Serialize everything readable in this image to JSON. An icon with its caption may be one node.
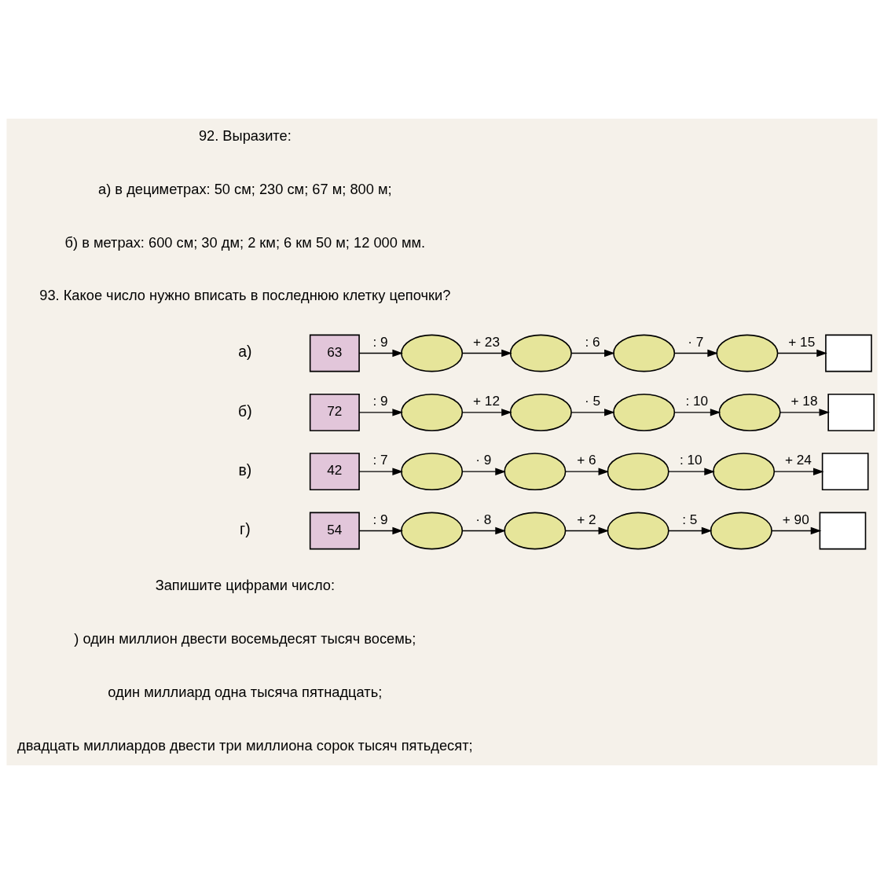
{
  "diagram": {
    "nodes": [
      {
        "text": [
          "63"
        ]
      },
      {
        "text": [],
        "shape": "circle"
      },
      {
        "text": [],
        "shape": "circle"
      },
      {
        "text": [],
        "shape": "circle"
      },
      {
        "text": [],
        "shape": "circle"
      },
      {
        "text": [],
        "shape": "box"
      },
      {
        "text": [
          "72"
        ]
      },
      {
        "text": [],
        "shape": "circle"
      },
      {
        "text": [],
        "shape": "circle"
      },
      {
        "text": [],
        "shape": "circle"
      },
      {
        "text": [],
        "shape": "circle"
      },
      {
        "text": [],
        "shape": "box"
      },
      {
        "text": [
          "42"
        ]
      },
      {
        "text": [],
        "shape": "circle"
      },
      {
        "text": [],
        "shape": "circle"
      },
      {
        "text": [],
        "shape": "circle"
      },
      {
        "text": [],
        "shape": "circle"
      },
      {
        "text": [],
        "shape": "box"
      },
      {
        "text": [
          "54"
        ]
      },
      {
        "text": [],
        "shape": "circle"
      },
      {
        "text": [],
        "shape": "circle"
      },
      {
        "text": [],
        "shape": "circle"
      },
      {
        "text": [],
        "shape": "circle"
      },
      {
        "text": [],
        "shape": "box"
      }
    ],
    "edges": [
      {
        "from": 0,
        "to": 1,
        "arrow": "to",
        "label": ": 9"
      },
      {
        "from": 1,
        "to": 2,
        "arrow": "to",
        "label": "+ 23"
      },
      {
        "from": 2,
        "to": 3,
        "arrow": "to",
        "label": ": 6"
      },
      {
        "from": 3,
        "to": 4,
        "arrow": "to",
        "label": "· 7"
      },
      {
        "from": 4,
        "to": 5,
        "arrow": "to",
        "label": "+ 15"
      },
      {
        "from": 6,
        "to": 7,
        "arrow": "to",
        "label": ": 9"
      },
      {
        "from": 7,
        "to": 8,
        "arrow": "to",
        "label": "+ 12"
      },
      {
        "from": 8,
        "to": 9,
        "arrow": "to",
        "label": "· 5"
      },
      {
        "from": 9,
        "to": 10,
        "arrow": "to",
        "label": ": 10"
      },
      {
        "from": 10,
        "to": 11,
        "arrow": "to",
        "label": "+ 18"
      },
      {
        "from": 12,
        "to": 13,
        "arrow": "to",
        "label": ": 7"
      },
      {
        "from": 13,
        "to": 14,
        "arrow": "to",
        "label": "· 9"
      },
      {
        "from": 14,
        "to": 15,
        "arrow": "to",
        "label": "+ 6"
      },
      {
        "from": 15,
        "to": 16,
        "arrow": "to",
        "label": ": 10"
      },
      {
        "from": 16,
        "to": 17,
        "arrow": "to",
        "label": "+ 24"
      },
      {
        "from": 18,
        "to": 19,
        "arrow": "to",
        "label": ": 9"
      },
      {
        "from": 19,
        "to": 20,
        "arrow": "to",
        "label": "· 8"
      },
      {
        "from": 20,
        "to": 21,
        "arrow": "to",
        "label": "+ 2"
      },
      {
        "from": 21,
        "to": 22,
        "arrow": "to",
        "label": ": 5"
      },
      {
        "from": 22,
        "to": 23,
        "arrow": "to",
        "label": "+ 90"
      }
    ],
    "labels": [
      "92. Выразите:",
      "а) в дециметрах: 50 см; 230 см; 67 м; 800 м;",
      "б) в метрах: 600 см; 30 дм; 2 км; 6 км 50 м; 12 000 мм.",
      "93. Какое число нужно вписать в последнюю клетку цепочки?",
      "а)",
      "б)",
      "в)",
      "г)",
      "Запишите цифрами число:",
      ") один миллион двести восемьдесят тысяч восемь;",
      "один миллиард одна тысяча пятнадцать;",
      "двадцать миллиардов двести три миллиона сорок тысяч пятьдесят;"
    ]
  }
}
